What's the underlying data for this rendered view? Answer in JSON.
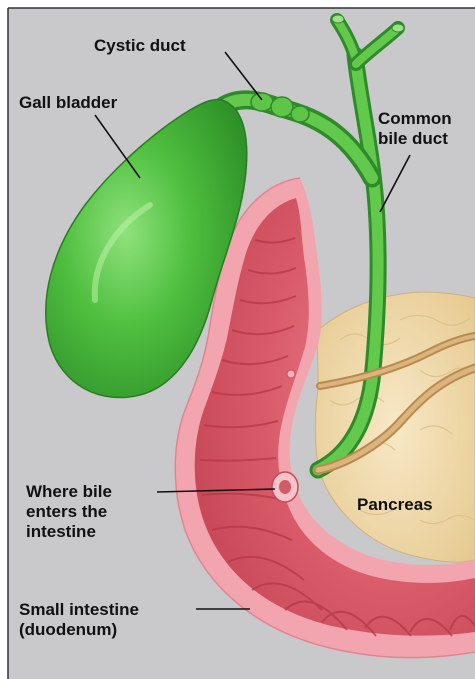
{
  "labels": {
    "cystic_duct": "Cystic duct",
    "gall_bladder": "Gall bladder",
    "common_bile_duct_line1": "Common",
    "common_bile_duct_line2": "bile duct",
    "pancreas": "Pancreas",
    "bile_entry_line1": "Where bile",
    "bile_entry_line2": "enters the",
    "bile_entry_line3": "intestine",
    "small_intestine_line1": "Small intestine",
    "small_intestine_line2": "(duodenum)"
  },
  "colors": {
    "background": "#c9c9cb",
    "gallbladder": "#52bf43",
    "duct": "#5cbf45",
    "pancreas": "#f1ddb0",
    "pancreatic_duct": "#d9b27a",
    "intestine_outer": "#f3aab4",
    "intestine_inner": "#d9606d",
    "leader_line": "#111111"
  }
}
